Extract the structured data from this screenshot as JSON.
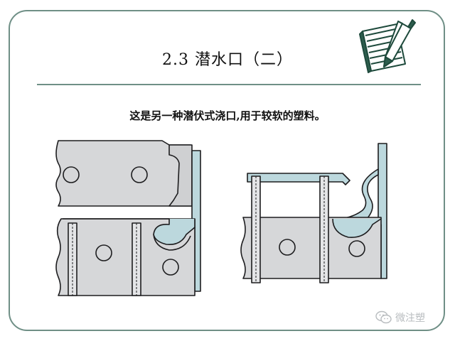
{
  "slide": {
    "title": "2.3   潜水口（二）",
    "caption": "这是另一种潜伏式浇口,用于较软的塑料。"
  },
  "icons": {
    "corner": "notepad-pencil-icon",
    "watermark": "wechat-icon"
  },
  "watermark": {
    "text": "微注塑"
  },
  "colors": {
    "frame": "#6f8f86",
    "steel": "#d6d7d9",
    "runner": "#bcd8dd",
    "outline": "#1d1d1f"
  }
}
